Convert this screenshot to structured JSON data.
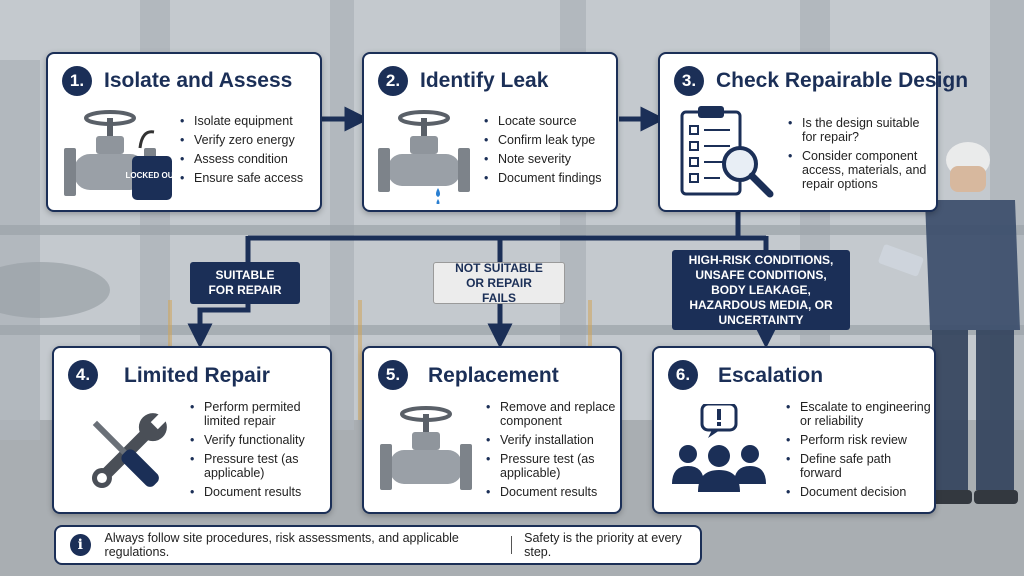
{
  "steps": [
    {
      "num": "1.",
      "title": "Isolate and Assess",
      "points": [
        "Isolate equipment",
        "Verify zero energy",
        "Assess condition",
        "Ensure safe access"
      ],
      "tag": "LOCKED OUT"
    },
    {
      "num": "2.",
      "title": "Identify Leak",
      "points": [
        "Locate source",
        "Confirm leak type",
        "Note severity",
        "Document findings"
      ]
    },
    {
      "num": "3.",
      "title": "Check Repairable Design",
      "points": [
        "Is the design suitable for repair?",
        "Consider component access, materials, and repair options"
      ]
    },
    {
      "num": "4.",
      "title": "Limited Repair",
      "points": [
        "Perform permited limited repair",
        "Verify functionality",
        "Pressure test (as applicable)",
        "Document results"
      ]
    },
    {
      "num": "5.",
      "title": "Replacement",
      "points": [
        "Remove and replace component",
        "Verify installation",
        "Pressure test (as applicable)",
        "Document results"
      ]
    },
    {
      "num": "6.",
      "title": "Escalation",
      "points": [
        "Escalate to engineering or reliability",
        "Perform risk review",
        "Define safe path forward",
        "Document decision"
      ]
    }
  ],
  "branches": {
    "suitable": "SUITABLE FOR REPAIR",
    "not_suitable": "NOT SUITABLE OR REPAIR FAILS",
    "high_risk": "HIGH-RISK CONDITIONS, UNSAFE CONDITIONS, BODY LEAKAGE, HAZARDOUS MEDIA, OR UNCERTAINTY"
  },
  "footer": {
    "icon": "info-icon",
    "text_left": "Always follow site procedures, risk assessments, and applicable regulations.",
    "text_right": "Safety is the priority at every step."
  },
  "colors": {
    "navy": "#1b2f57",
    "card": "#ffffff",
    "leak_drop": "#2a7fd1"
  }
}
